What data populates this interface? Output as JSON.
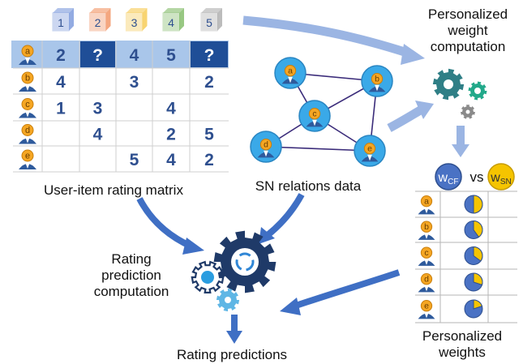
{
  "matrix": {
    "items": [
      "1",
      "2",
      "3",
      "4",
      "5"
    ],
    "item_colors": [
      "#6f8fd8",
      "#f08a55",
      "#f5c542",
      "#76b55a",
      "#a6a6a6"
    ],
    "users": [
      "a",
      "b",
      "c",
      "d",
      "e"
    ],
    "rows": [
      [
        "2",
        "?",
        "4",
        "5",
        "?"
      ],
      [
        "4",
        "",
        "3",
        "",
        "2"
      ],
      [
        "1",
        "3",
        "",
        "4",
        ""
      ],
      [
        "",
        "4",
        "",
        "2",
        "5"
      ],
      [
        "",
        "",
        "5",
        "4",
        "2"
      ]
    ],
    "caption": "User-item rating matrix"
  },
  "social_network": {
    "nodes": [
      "a",
      "b",
      "c",
      "d",
      "e"
    ],
    "edges": [
      [
        "a",
        "b"
      ],
      [
        "a",
        "c"
      ],
      [
        "b",
        "c"
      ],
      [
        "b",
        "e"
      ],
      [
        "c",
        "d"
      ],
      [
        "c",
        "e"
      ],
      [
        "d",
        "e"
      ]
    ],
    "caption": "SN relations data"
  },
  "weight_computation": {
    "title": "Personalized weight computation"
  },
  "weights": {
    "wcf_main": "w",
    "wcf_sub": "CF",
    "vs": "vs",
    "wsn_main": "w",
    "wsn_sub": "SN",
    "users": [
      "a",
      "b",
      "c",
      "d",
      "e"
    ],
    "sn_fraction": [
      0.5,
      0.4,
      0.35,
      0.3,
      0.2
    ],
    "caption": "Personalized weights"
  },
  "prediction": {
    "label": "Rating prediction computation",
    "output": "Rating predictions"
  },
  "colors": {
    "accent_blue": "#2e4f8f",
    "pie_blue": "#4a72c4",
    "pie_gold": "#f5c400",
    "header_row": "#a9c6ea",
    "unknown_cell": "#1f4e97",
    "arrow": "#3f6fc4",
    "arrow_light": "#9bb5e3",
    "gear_dark": "#1f3a68",
    "gear_teal": "#2f7f86",
    "gear_green": "#22a98a",
    "gear_grey": "#8a8a8a"
  }
}
